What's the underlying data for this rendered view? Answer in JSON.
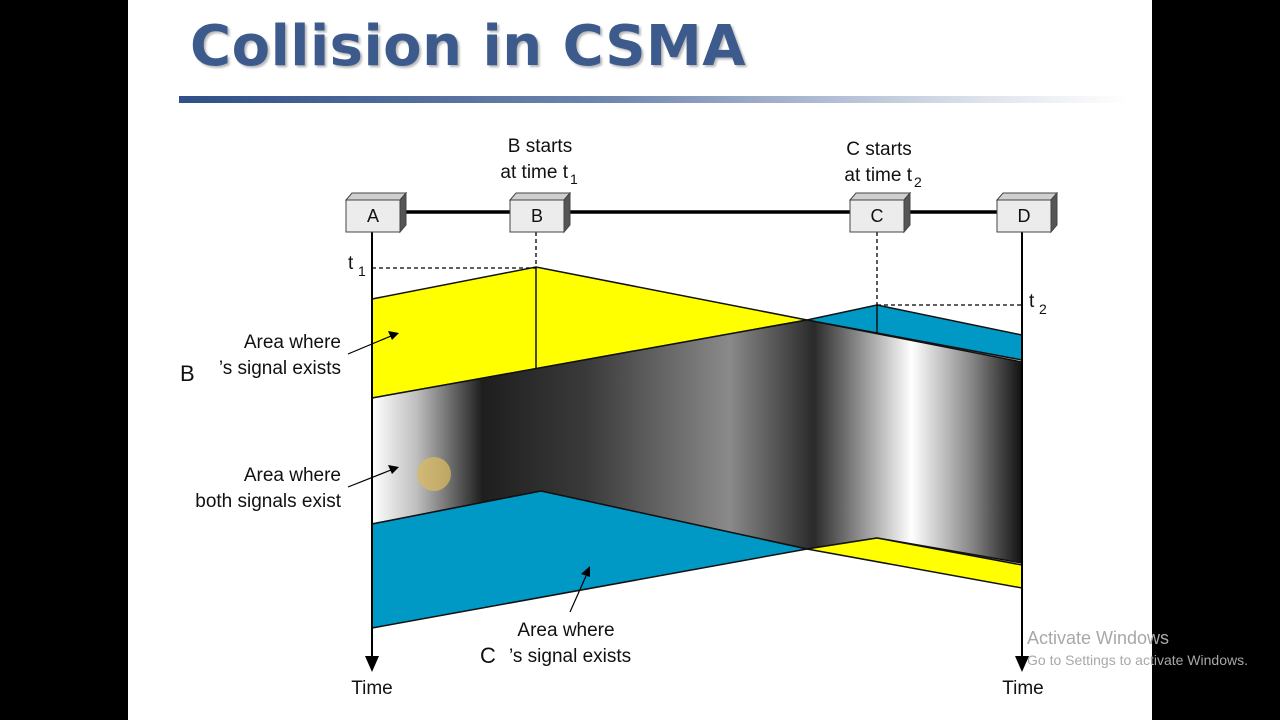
{
  "title": "Collision in CSMA",
  "stations": [
    "A",
    "B",
    "C",
    "D"
  ],
  "events": {
    "b_start": {
      "line1": "B starts",
      "line2": "at time t",
      "sub": "1"
    },
    "c_start": {
      "line1": "C starts",
      "line2": "at time t",
      "sub": "2"
    }
  },
  "time_markers": {
    "t1": {
      "base": "t",
      "sub": "1"
    },
    "t2": {
      "base": "t",
      "sub": "2"
    }
  },
  "axis_label": "Time",
  "annotations": {
    "b_signal": {
      "line1": "Area where",
      "line2": "’s signal exists",
      "station": "B"
    },
    "both": {
      "line1": "Area where",
      "line2": "both signals exist"
    },
    "c_signal": {
      "line1": "Area where",
      "line2": "’s signal exists",
      "station": "C"
    }
  },
  "colors": {
    "title": "#3c5a8c",
    "b_signal": "#ffff00",
    "c_signal": "#0099c6",
    "collision_dark": "#111111",
    "collision_light": "#ffffff"
  },
  "watermark": {
    "title": "Activate Windows",
    "subtitle": "Go to Settings to activate Windows."
  }
}
